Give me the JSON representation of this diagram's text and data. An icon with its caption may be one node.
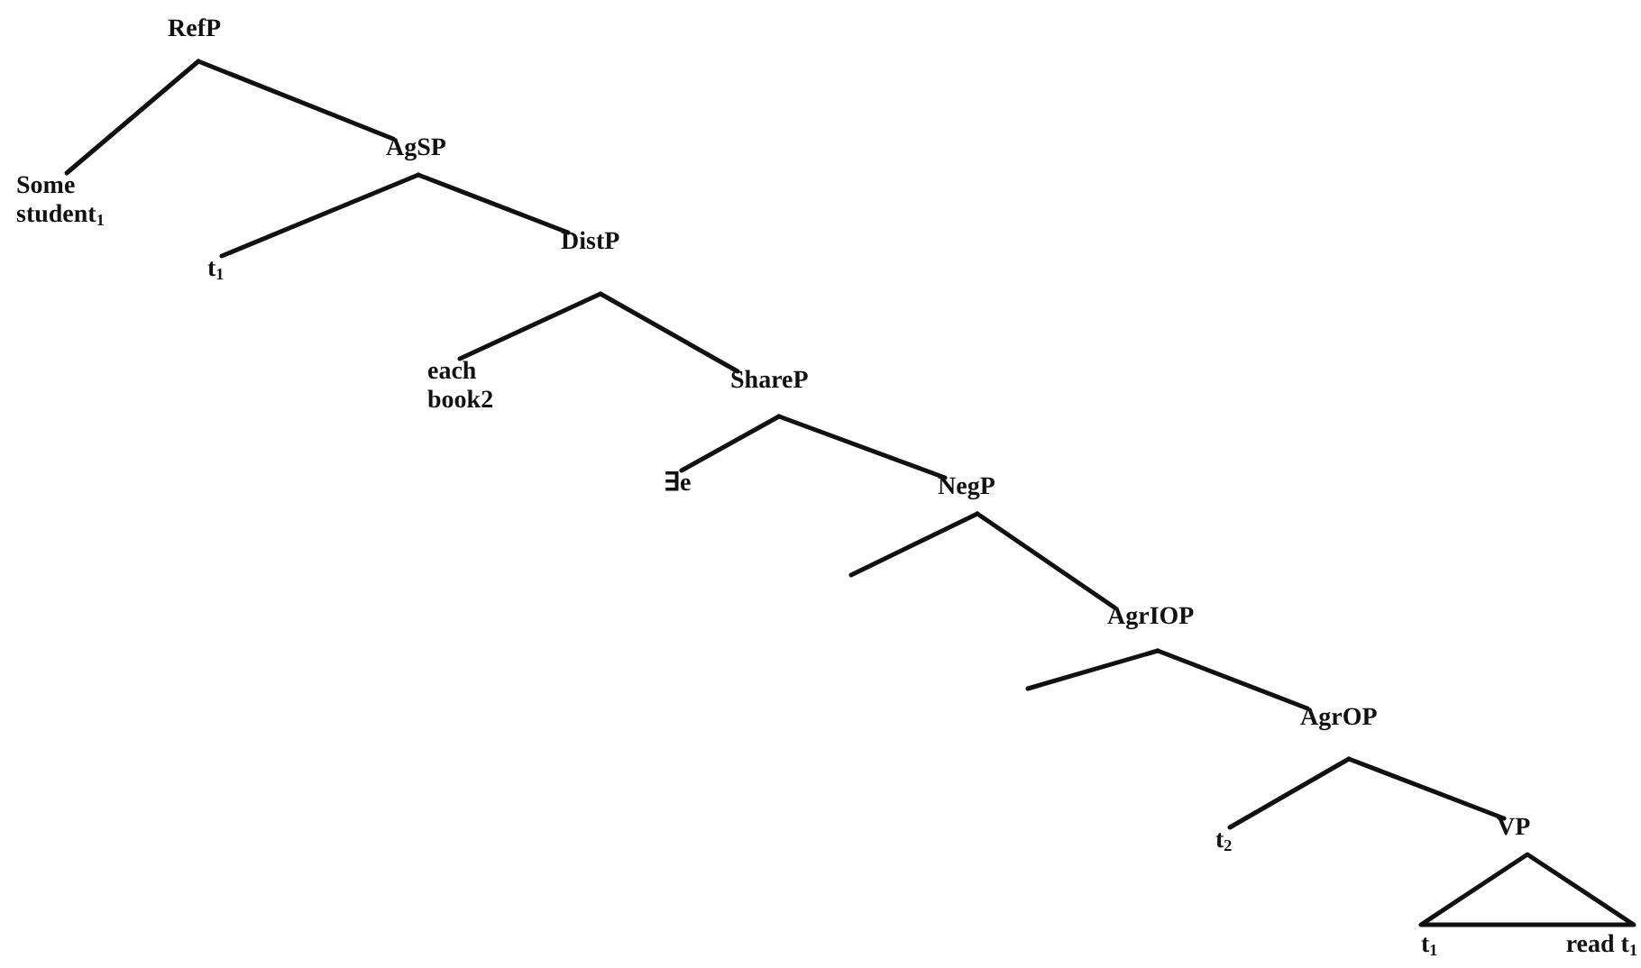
{
  "diagram": {
    "nodes": [
      {
        "text": [
          "RefP"
        ]
      },
      {
        "text": [
          "Some student$_{1}$"
        ]
      },
      {
        "text": [
          "AgSP"
        ]
      },
      {
        "text": [
          "t$_{1}$"
        ]
      },
      {
        "text": [
          "DistP"
        ]
      },
      {
        "text": [
          "each book2"
        ]
      },
      {
        "text": [
          "ShareP"
        ]
      },
      {
        "text": [
          "∃e"
        ]
      },
      {
        "text": [
          "NegP"
        ]
      },
      {
        "text": [
          "AgrIOP"
        ]
      },
      {
        "text": [
          "AgrOP"
        ]
      },
      {
        "text": [
          "t$_{2}$"
        ]
      },
      {
        "text": [
          "VP"
        ]
      },
      {
        "text": [
          "t$_{1}$",
          "read t$_{1}$"
        ]
      }
    ],
    "edges": [
      {
        "from": 0,
        "to": 1,
        "arrow": "none"
      },
      {
        "from": 0,
        "to": 2,
        "arrow": "none"
      },
      {
        "from": 2,
        "to": 3,
        "arrow": "none"
      },
      {
        "from": 2,
        "to": 4,
        "arrow": "none"
      },
      {
        "from": 4,
        "to": 5,
        "arrow": "none"
      },
      {
        "from": 4,
        "to": 6,
        "arrow": "none"
      },
      {
        "from": 6,
        "to": 7,
        "arrow": "none"
      },
      {
        "from": 6,
        "to": 8,
        "arrow": "none"
      },
      {
        "from": 8,
        "to": null,
        "arrow": "none"
      },
      {
        "from": 8,
        "to": 9,
        "arrow": "none"
      },
      {
        "from": 9,
        "to": null,
        "arrow": "none"
      },
      {
        "from": 9,
        "to": 10,
        "arrow": "none"
      },
      {
        "from": 10,
        "to": 11,
        "arrow": "none"
      },
      {
        "from": 10,
        "to": 12,
        "arrow": "none"
      }
    ]
  }
}
